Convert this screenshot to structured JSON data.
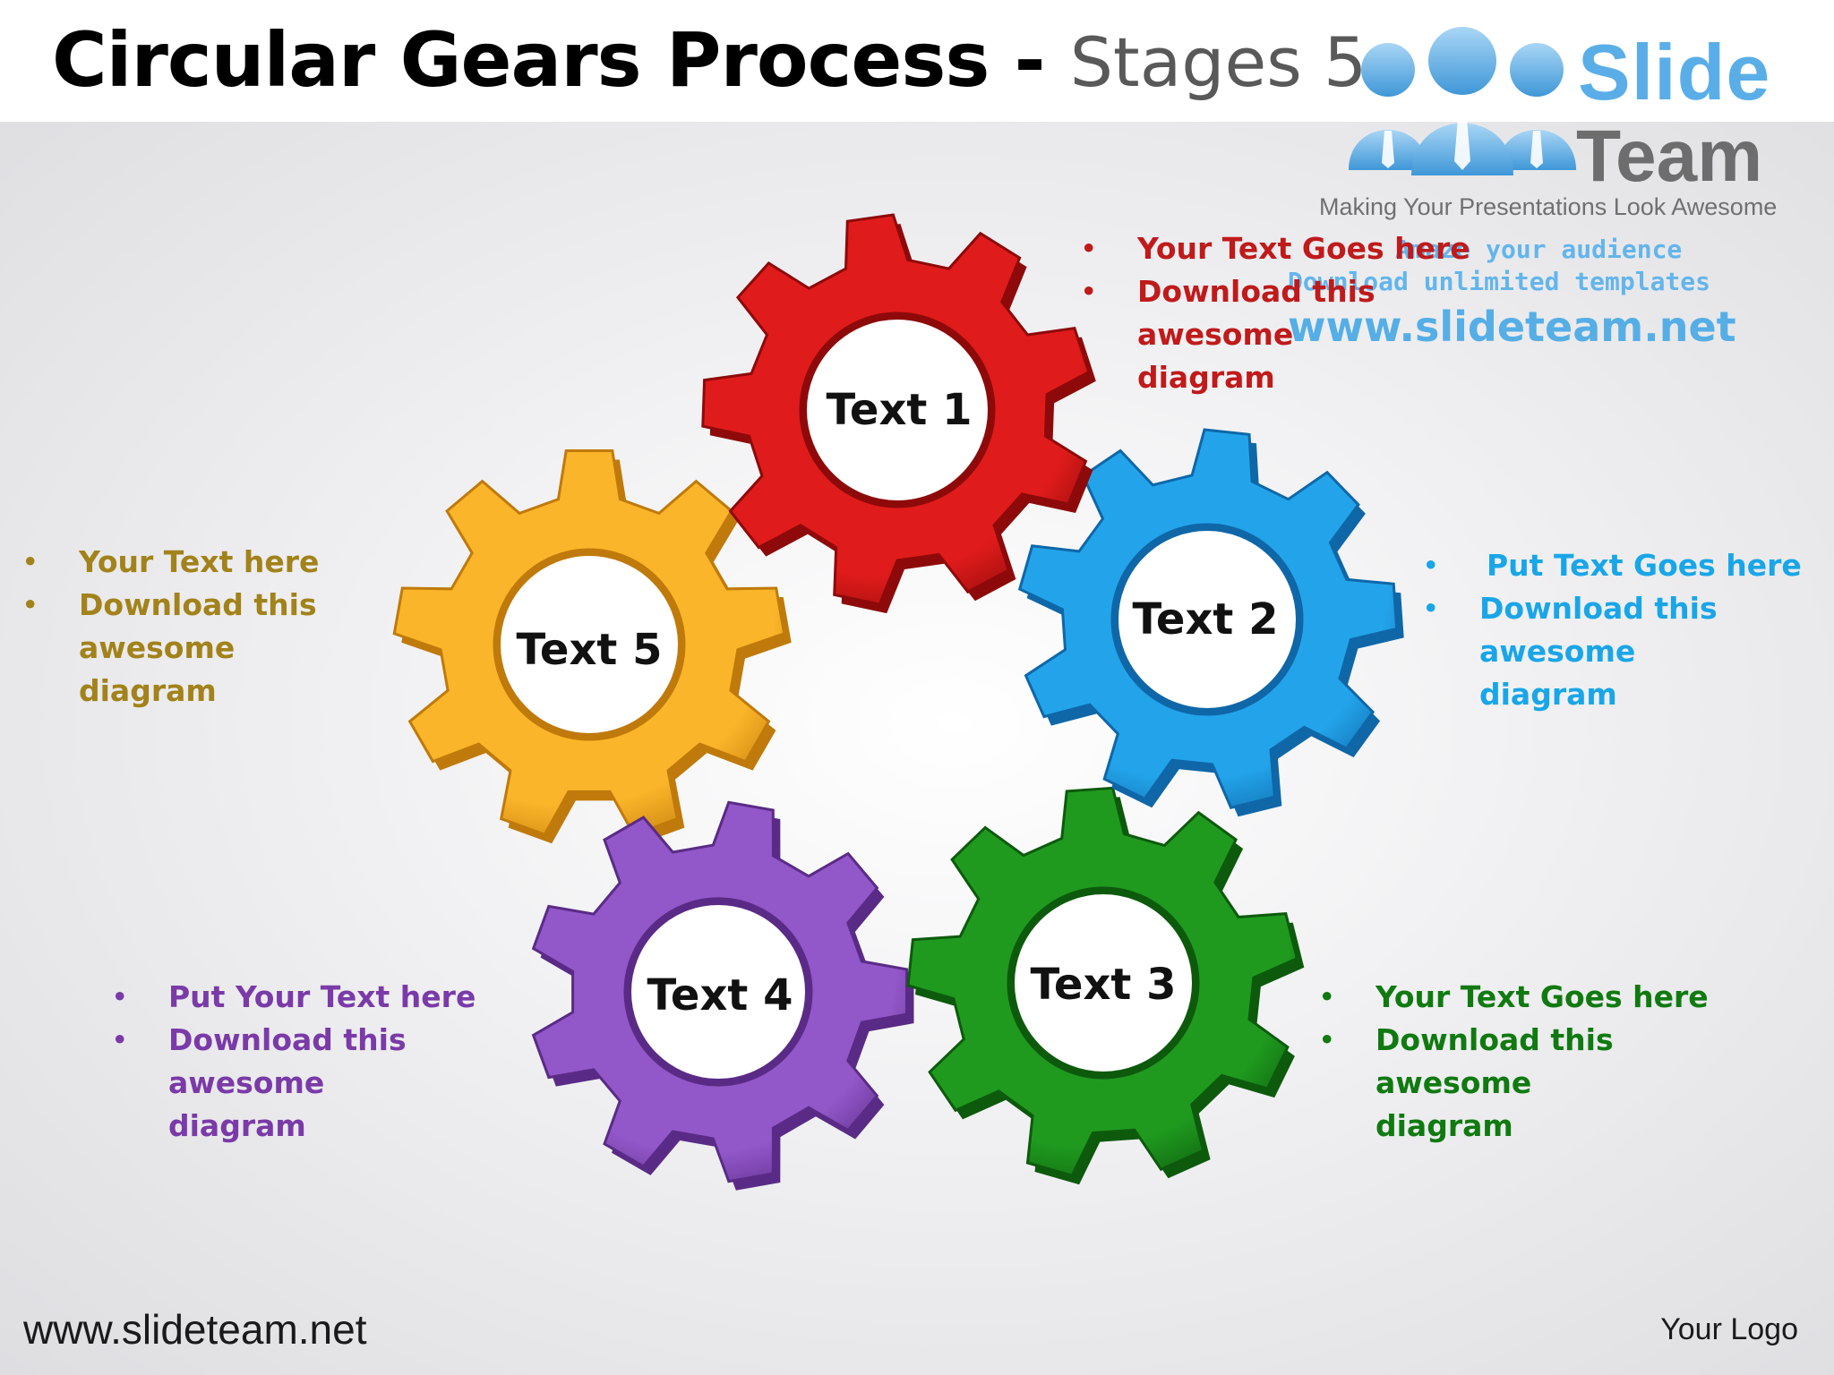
{
  "title": {
    "main": "Circular Gears Process - ",
    "sub": "Stages 5"
  },
  "logo": {
    "name_top": "Slide",
    "name_bottom": "Team",
    "tagline": "Making Your Presentations Look Awesome",
    "line1": "Amaze your audience",
    "line2": "Download unlimited templates",
    "url": "www.slideteam.net"
  },
  "gears": [
    {
      "label": "Text 1",
      "color": "#e01b1b",
      "dark": "#8e0a0a"
    },
    {
      "label": "Text 2",
      "color": "#23a4ea",
      "dark": "#0f67a8"
    },
    {
      "label": "Text 3",
      "color": "#1f9a1f",
      "dark": "#0d5a0d"
    },
    {
      "label": "Text 4",
      "color": "#9257c9",
      "dark": "#5a2b86"
    },
    {
      "label": "Text 5",
      "color": "#fbb52a",
      "dark": "#c07a0b"
    }
  ],
  "callouts": [
    {
      "items": [
        "Your Text Goes here",
        "Download this awesome diagram"
      ]
    },
    {
      "items": [
        "Put Text Goes here",
        "Download this awesome diagram"
      ]
    },
    {
      "items": [
        "Your Text Goes here",
        "Download this awesome diagram"
      ]
    },
    {
      "items": [
        "Put Your Text  here",
        "Download this awesome diagram"
      ]
    },
    {
      "items": [
        "Your Text  here",
        "Download this awesome diagram"
      ]
    }
  ],
  "footer": {
    "url": "www.slideteam.net",
    "logo": "Your Logo"
  }
}
